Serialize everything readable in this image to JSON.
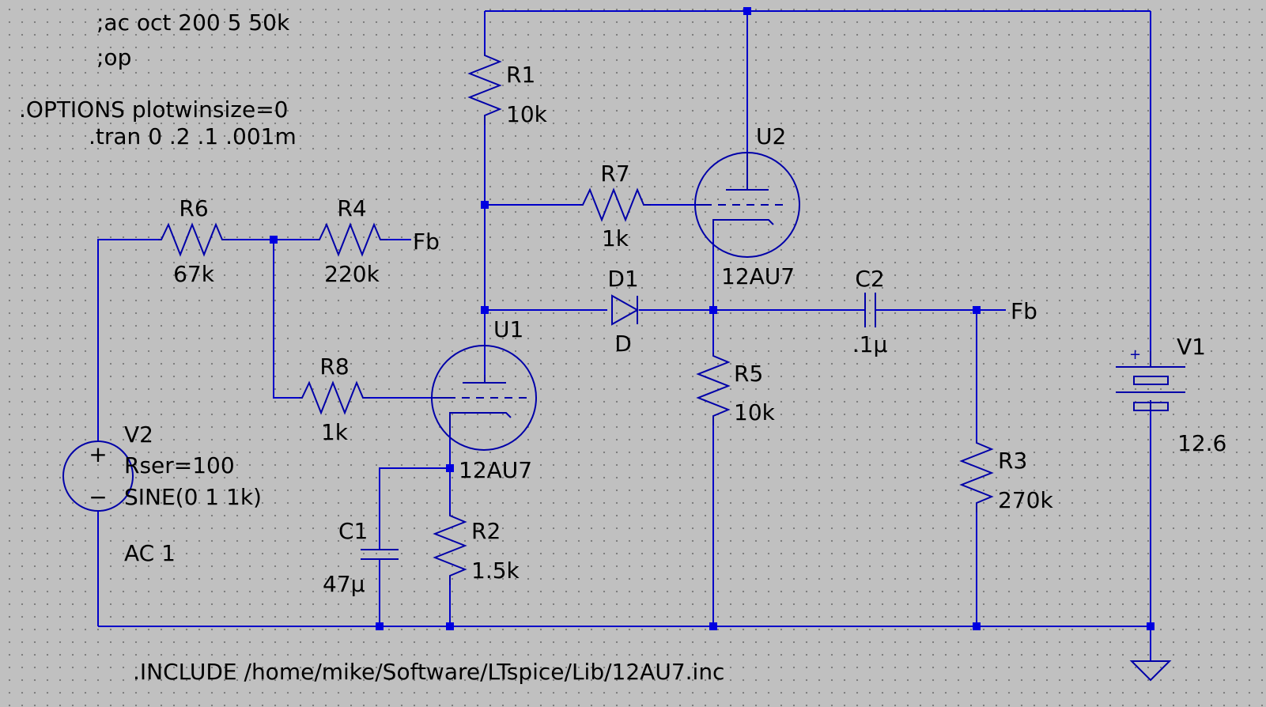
{
  "directives": {
    "ac": ";ac oct 200 5 50k",
    "op": ";op",
    "options": ".OPTIONS plotwinsize=0",
    "tran": ".tran 0 .2 .1 .001m",
    "include": ".INCLUDE /home/mike/Software/LTspice/Lib/12AU7.inc"
  },
  "components": {
    "r1": {
      "name": "R1",
      "value": "10k"
    },
    "r2": {
      "name": "R2",
      "value": "1.5k"
    },
    "r3": {
      "name": "R3",
      "value": "270k"
    },
    "r4": {
      "name": "R4",
      "value": "220k"
    },
    "r5": {
      "name": "R5",
      "value": "10k"
    },
    "r6": {
      "name": "R6",
      "value": "67k"
    },
    "r7": {
      "name": "R7",
      "value": "1k"
    },
    "r8": {
      "name": "R8",
      "value": "1k"
    },
    "c1": {
      "name": "C1",
      "value": "47µ"
    },
    "c2": {
      "name": "C2",
      "value": ".1µ"
    },
    "d1": {
      "name": "D1",
      "value": "D"
    },
    "u1": {
      "name": "U1",
      "value": "12AU7"
    },
    "u2": {
      "name": "U2",
      "value": "12AU7"
    },
    "v1": {
      "name": "V1",
      "value": "12.6"
    },
    "v2": {
      "name": "V2",
      "rser": "Rser=100",
      "value": "SINE(0 1 1k)",
      "ac": "AC 1"
    }
  },
  "net_labels": {
    "fb_in": "Fb",
    "fb_out": "Fb"
  },
  "pin_marks": {
    "plus": "+",
    "minus": "−"
  },
  "colors": {
    "background": "#c0c0c0",
    "wire": "#0000c8",
    "component": "#0000a8",
    "junction": "#0000e0",
    "text": "#000000"
  }
}
